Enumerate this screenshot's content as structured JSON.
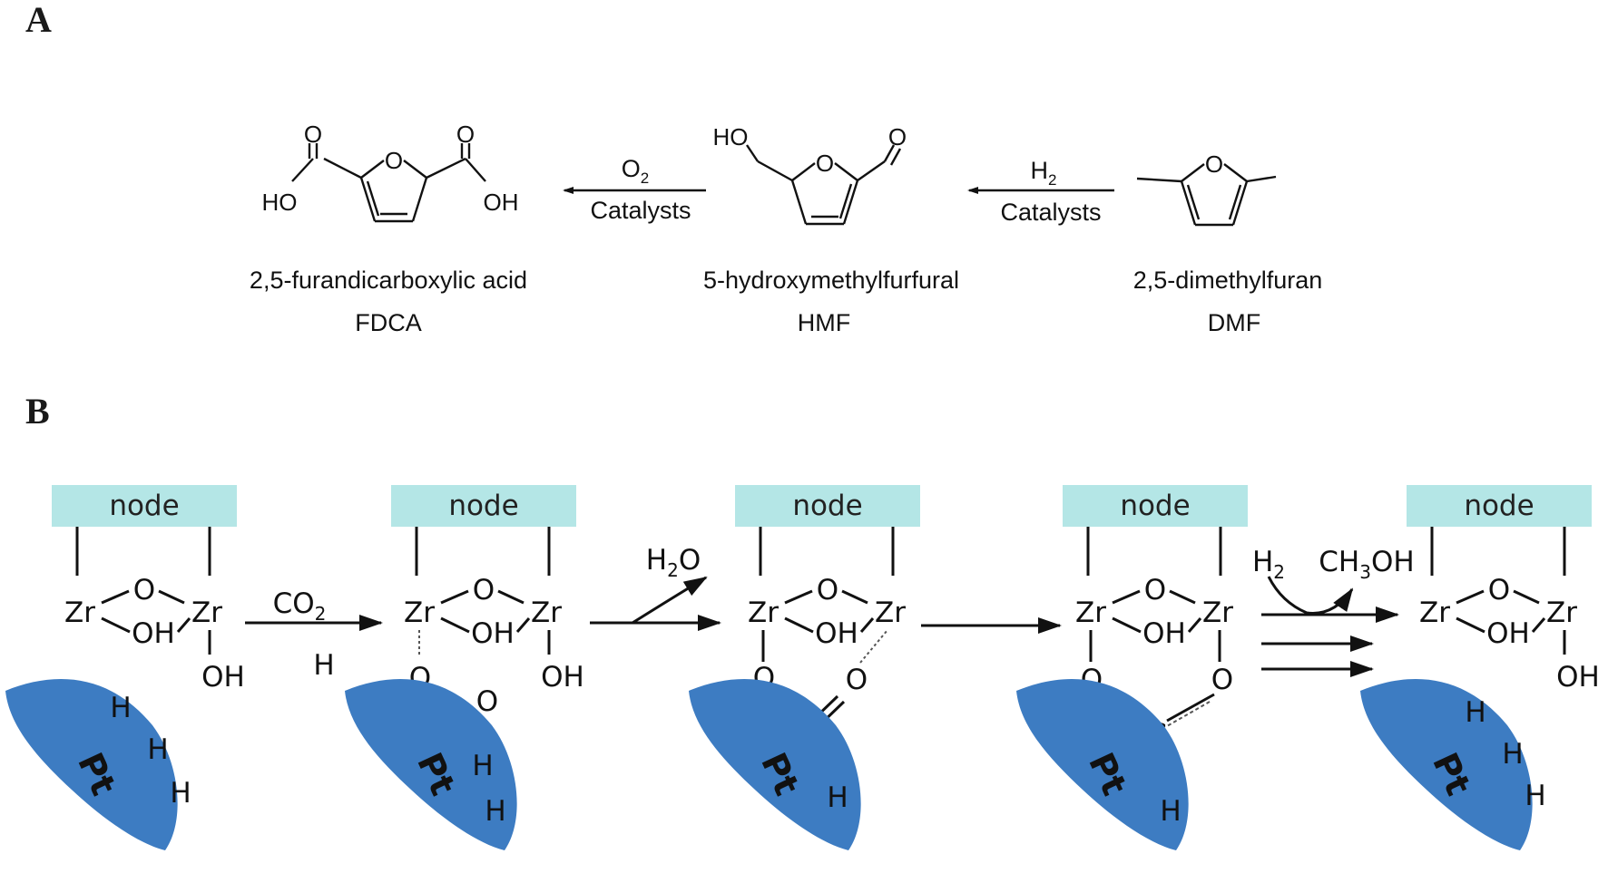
{
  "panel_a": {
    "label": "A",
    "arrow1": {
      "reagent": "O",
      "reagent_sub": "2",
      "catalyst": "Catalysts"
    },
    "arrow2": {
      "reagent": "H",
      "reagent_sub": "2",
      "catalyst": "Catalysts"
    },
    "fdca": {
      "name": "2,5-furandicarboxylic acid",
      "abbr": "FDCA",
      "atoms": {
        "o": "O",
        "ho": "HO",
        "oh": "OH"
      }
    },
    "hmf": {
      "name": "5-hydroxymethylfurfural",
      "abbr": "HMF",
      "atoms": {
        "o": "O",
        "ho": "HO"
      }
    },
    "dmf": {
      "name": "2,5-dimethylfuran",
      "abbr": "DMF",
      "atoms": {
        "o": "O"
      }
    }
  },
  "panel_b": {
    "label": "B",
    "node_label": "node",
    "pt_label": "Pt",
    "atoms": {
      "zr": "Zr",
      "o": "O",
      "oh": "OH",
      "h": "H",
      "c": "C",
      "ch": "CH"
    },
    "reagents": {
      "co2": "CO",
      "co2_sub": "2",
      "h2o_h": "H",
      "h2o_sub": "2",
      "h2o_o": "O",
      "h2": "H",
      "h2_sub": "2",
      "ch3oh_1": "CH",
      "ch3oh_sub": "3",
      "ch3oh_2": "OH"
    },
    "colors": {
      "node_fill": "#b4e6e6",
      "pt_fill": "#3d7cc2"
    }
  }
}
